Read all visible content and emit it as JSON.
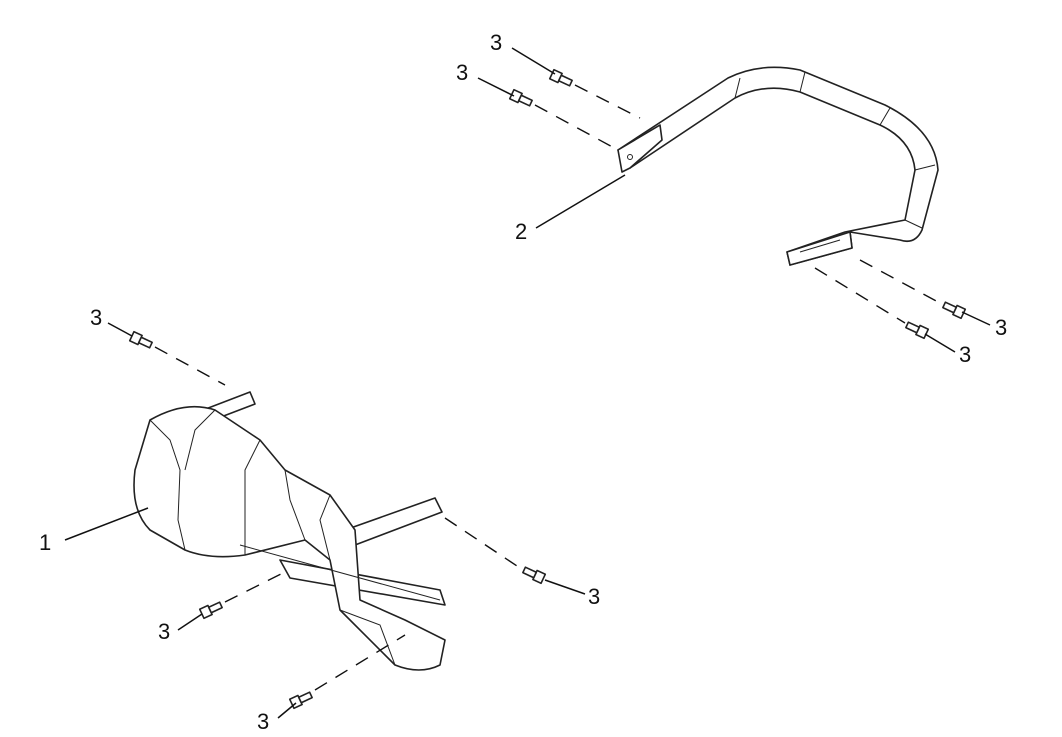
{
  "diagram": {
    "callouts": [
      {
        "id": "bolt-top-1",
        "label": "3"
      },
      {
        "id": "bolt-top-2",
        "label": "3"
      },
      {
        "id": "upper-handle",
        "label": "2"
      },
      {
        "id": "bolt-right-1",
        "label": "3"
      },
      {
        "id": "bolt-right-2",
        "label": "3"
      },
      {
        "id": "bolt-left-top",
        "label": "3"
      },
      {
        "id": "lower-handle",
        "label": "1"
      },
      {
        "id": "bolt-lower-right",
        "label": "3"
      },
      {
        "id": "bolt-lower-left",
        "label": "3"
      },
      {
        "id": "bolt-bottom",
        "label": "3"
      }
    ]
  }
}
